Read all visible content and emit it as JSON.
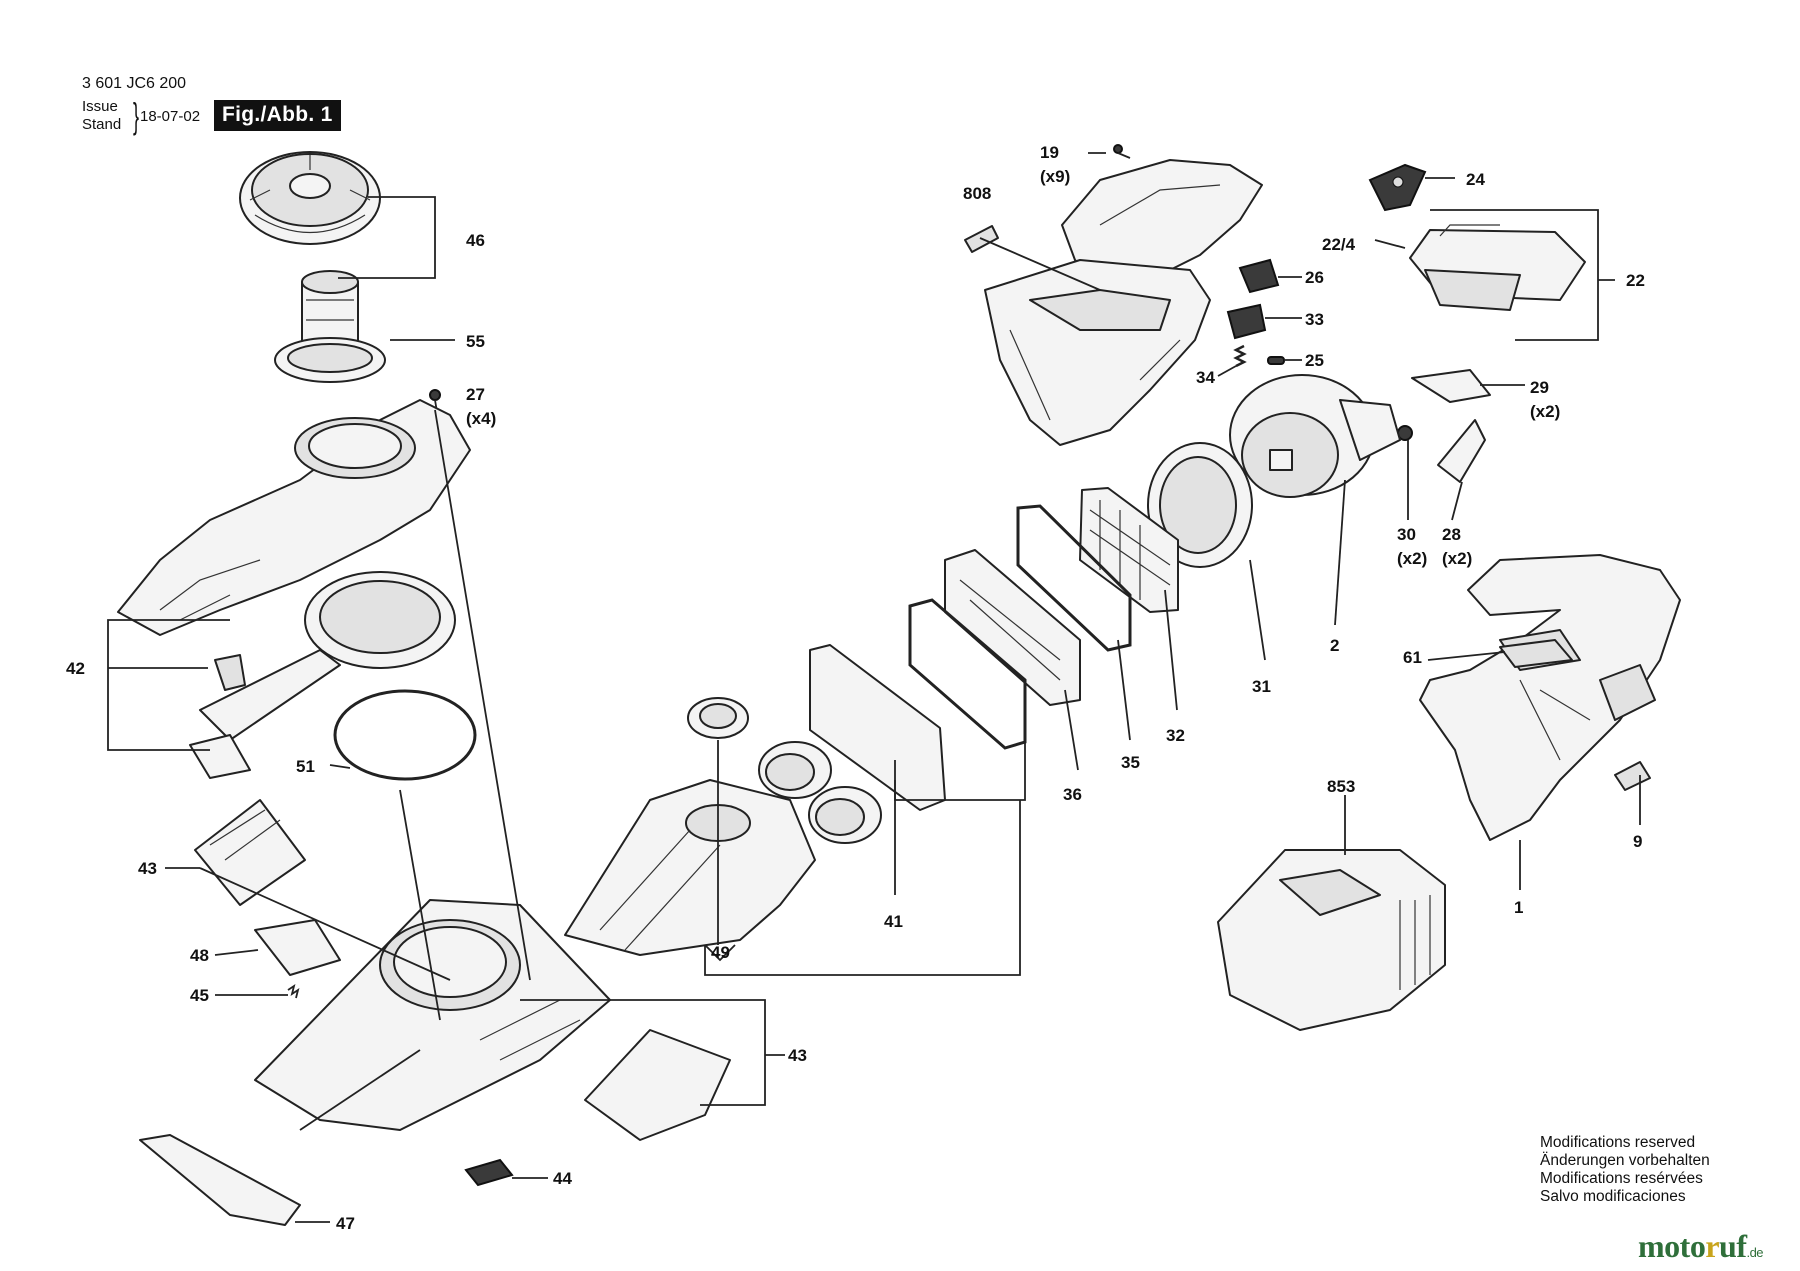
{
  "header": {
    "doc_number": "3 601 JC6 200",
    "issue_label_1": "Issue",
    "issue_label_2": "Stand",
    "issue_date": "18-07-02",
    "figure": "Fig./Abb. 1"
  },
  "footer": {
    "notes": [
      "Modifications reserved",
      "Änderungen vorbehalten",
      "Modifications resérvées",
      "Salvo modificaciones"
    ],
    "brand": {
      "part1": "moto",
      "part2": "r",
      "part3": "uf",
      "tld": ".de"
    }
  },
  "callouts": [
    {
      "id": "46",
      "qty": ""
    },
    {
      "id": "55",
      "qty": ""
    },
    {
      "id": "27",
      "qty": "(x4)"
    },
    {
      "id": "42",
      "qty": ""
    },
    {
      "id": "51",
      "qty": ""
    },
    {
      "id": "43",
      "qty": ""
    },
    {
      "id": "48",
      "qty": ""
    },
    {
      "id": "45",
      "qty": ""
    },
    {
      "id": "43",
      "qty": ""
    },
    {
      "id": "44",
      "qty": ""
    },
    {
      "id": "47",
      "qty": ""
    },
    {
      "id": "19",
      "qty": "(x9)"
    },
    {
      "id": "808",
      "qty": ""
    },
    {
      "id": "26",
      "qty": ""
    },
    {
      "id": "33",
      "qty": ""
    },
    {
      "id": "34",
      "qty": ""
    },
    {
      "id": "25",
      "qty": ""
    },
    {
      "id": "24",
      "qty": ""
    },
    {
      "id": "22/4",
      "qty": ""
    },
    {
      "id": "22",
      "qty": ""
    },
    {
      "id": "29",
      "qty": "(x2)"
    },
    {
      "id": "30",
      "qty": "(x2)"
    },
    {
      "id": "28",
      "qty": "(x2)"
    },
    {
      "id": "2",
      "qty": ""
    },
    {
      "id": "31",
      "qty": ""
    },
    {
      "id": "32",
      "qty": ""
    },
    {
      "id": "35",
      "qty": ""
    },
    {
      "id": "36",
      "qty": ""
    },
    {
      "id": "41",
      "qty": ""
    },
    {
      "id": "49",
      "qty": ""
    },
    {
      "id": "61",
      "qty": ""
    },
    {
      "id": "9",
      "qty": ""
    },
    {
      "id": "1",
      "qty": ""
    },
    {
      "id": "853",
      "qty": ""
    }
  ]
}
